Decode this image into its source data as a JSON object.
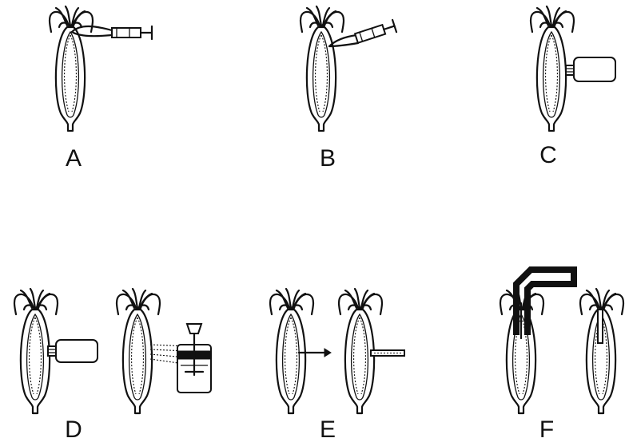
{
  "panels": [
    {
      "id": "A",
      "label": "A"
    },
    {
      "id": "B",
      "label": "B"
    },
    {
      "id": "C",
      "label": "C"
    },
    {
      "id": "D",
      "label": "D"
    },
    {
      "id": "E",
      "label": "E"
    },
    {
      "id": "F",
      "label": "F"
    }
  ],
  "colors": {
    "ink": "#111111",
    "background": "#ffffff"
  },
  "icons": [
    "syringe-icon",
    "vial-icon",
    "container-icon",
    "arrow-icon",
    "clamp-icon",
    "hydra-organism-icon"
  ]
}
